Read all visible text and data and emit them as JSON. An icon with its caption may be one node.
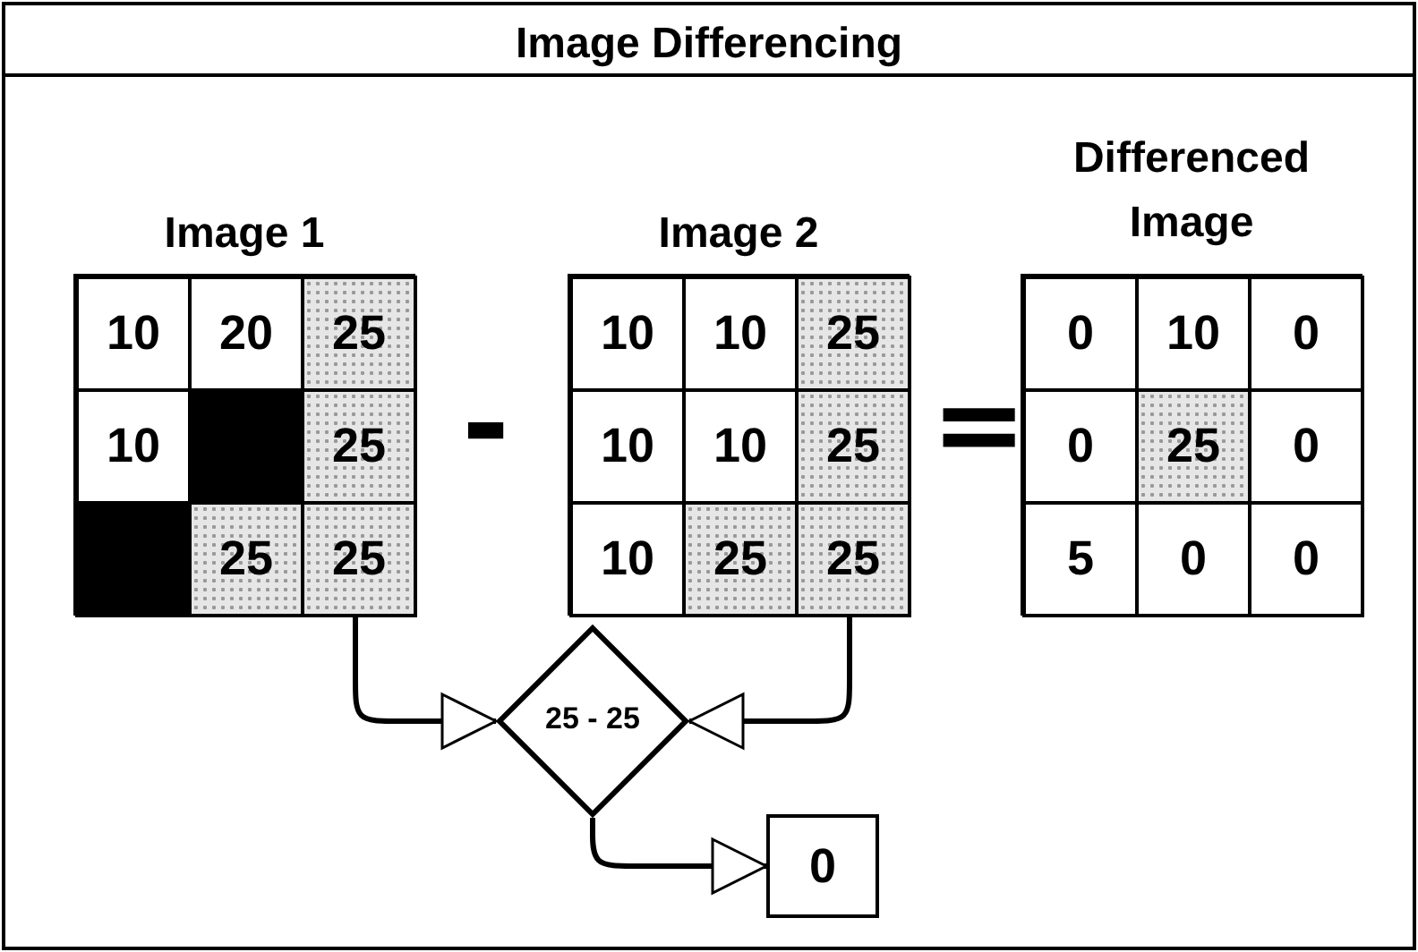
{
  "diagram": {
    "title": "Image Differencing",
    "nodes": [
      {
        "text": [
          "Image 1"
        ]
      },
      {
        "text": [
          "10"
        ],
        "in": 0
      },
      {
        "text": [
          "20"
        ],
        "in": 0
      },
      {
        "text": [
          "25"
        ],
        "in": 0
      },
      {
        "text": [
          "10"
        ],
        "in": 0
      },
      {
        "text": [],
        "shape": "box",
        "in": 0
      },
      {
        "text": [
          "25"
        ],
        "in": 0
      },
      {
        "text": [],
        "shape": "box",
        "in": 0
      },
      {
        "text": [
          "25"
        ],
        "in": 0
      },
      {
        "text": [
          "25"
        ],
        "in": 0
      },
      {
        "text": [
          "Image 2"
        ]
      },
      {
        "text": [
          "10"
        ],
        "in": 10
      },
      {
        "text": [
          "10"
        ],
        "in": 10
      },
      {
        "text": [
          "25"
        ],
        "in": 10
      },
      {
        "text": [
          "10"
        ],
        "in": 10
      },
      {
        "text": [
          "10"
        ],
        "in": 10
      },
      {
        "text": [
          "25"
        ],
        "in": 10
      },
      {
        "text": [
          "10"
        ],
        "in": 10
      },
      {
        "text": [
          "25"
        ],
        "in": 10
      },
      {
        "text": [
          "25"
        ],
        "in": 10
      },
      {
        "text": [
          "Differenced Image"
        ]
      },
      {
        "text": [
          "0"
        ],
        "in": 20
      },
      {
        "text": [
          "10"
        ],
        "in": 20
      },
      {
        "text": [
          "0"
        ],
        "in": 20
      },
      {
        "text": [
          "0"
        ],
        "in": 20
      },
      {
        "text": [
          "25"
        ],
        "in": 20
      },
      {
        "text": [
          "0"
        ],
        "in": 20
      },
      {
        "text": [
          "5"
        ],
        "in": 20
      },
      {
        "text": [
          "0"
        ],
        "in": 20
      },
      {
        "text": [
          "0"
        ],
        "in": 20
      },
      {
        "text": [
          "25 - 25"
        ]
      },
      {
        "text": [
          "0"
        ]
      }
    ],
    "edges": [
      {
        "from": 9,
        "to": 30,
        "arrow": "to"
      },
      {
        "from": 19,
        "to": 30,
        "arrow": "to"
      },
      {
        "from": 30,
        "to": 31,
        "arrow": "to"
      }
    ],
    "labels": [
      "-",
      "="
    ]
  }
}
